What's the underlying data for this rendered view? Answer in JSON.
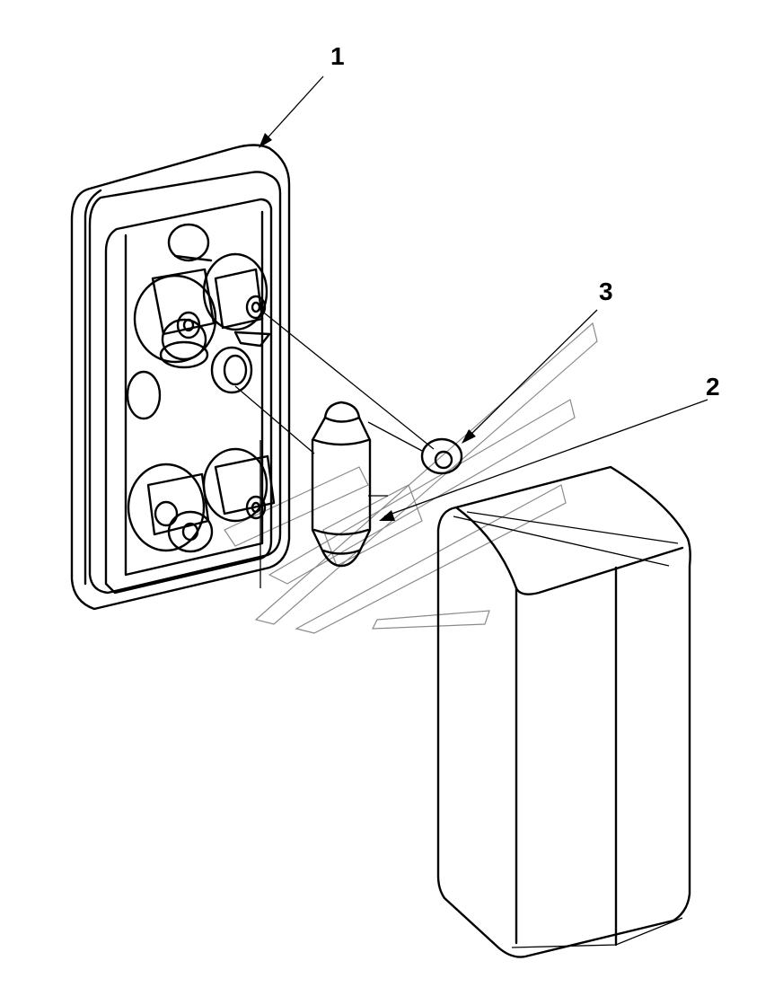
{
  "callouts": [
    {
      "id": "1",
      "label": "1"
    },
    {
      "id": "2",
      "label": "2"
    },
    {
      "id": "3",
      "label": "3"
    }
  ],
  "colors": {
    "line": "#000000",
    "background": "#ffffff",
    "watermark": "#8a8a8a"
  }
}
